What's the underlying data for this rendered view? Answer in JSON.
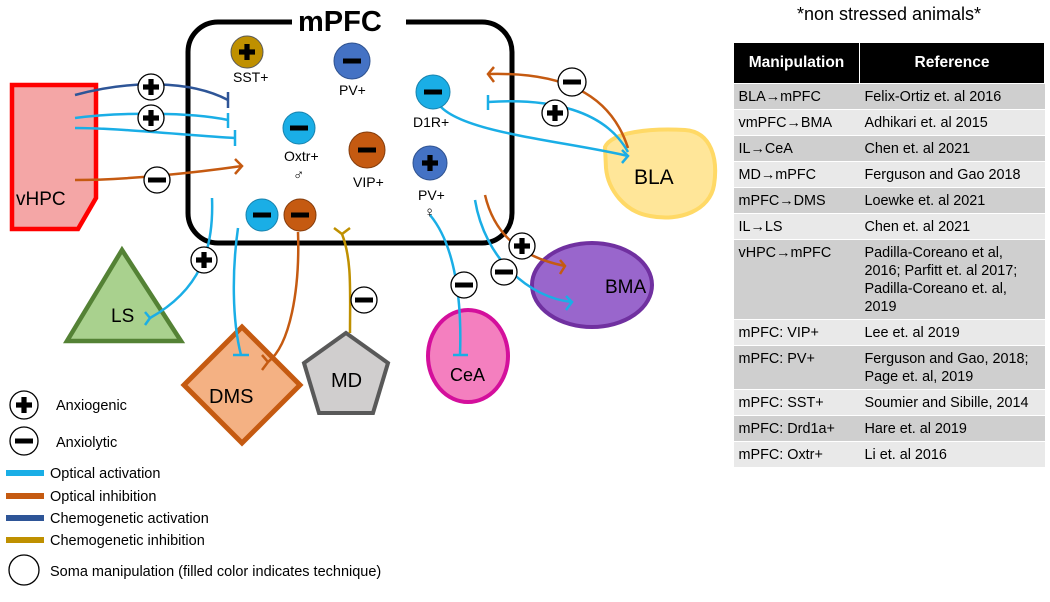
{
  "diagram": {
    "mpfc_title": "mPFC",
    "regions": {
      "vhpc": "vHPC",
      "bla": "BLA",
      "bma": "BMA",
      "ls": "LS",
      "dms": "DMS",
      "md": "MD",
      "cea": "CeA"
    },
    "cells": {
      "sst": "SST+",
      "pv_top": "PV+",
      "d1r": "D1R+",
      "oxtr": "Oxtr+",
      "oxtr_sex": "♂",
      "vip": "VIP+",
      "pv_female": "PV+",
      "pv_female_sex": "♀"
    },
    "colors": {
      "optical_activation": "#1aaee6",
      "optical_inhibition": "#c55a11",
      "chemogenetic_activation": "#2e5597",
      "chemogenetic_inhibition": "#bf9000",
      "sst_fill": "#bf9000",
      "pv_fill": "#4472c4",
      "vip_fill": "#c55a11",
      "d1r_oxtr_fill": "#1aaee6",
      "vhpc_fill": "#f4a6a6",
      "vhpc_border": "#ff0000",
      "bla_fill": "#ffe699",
      "bla_border": "#ffd966",
      "bma_fill": "#9966cc",
      "bma_border": "#7030a0",
      "ls_fill": "#a9d18e",
      "ls_border": "#548235",
      "dms_fill": "#f4b183",
      "dms_border": "#c55a11",
      "md_fill": "#d0cece",
      "md_border": "#595959",
      "cea_fill": "#f47fbf",
      "cea_border": "#d40f9c"
    },
    "legend": {
      "anxiogenic": "Anxiogenic",
      "anxiolytic": "Anxiolytic",
      "optical_activation": "Optical activation",
      "optical_inhibition": "Optical inhibition",
      "chemogenetic_activation": "Chemogenetic activation",
      "chemogenetic_inhibition": "Chemogenetic inhibition",
      "soma": "Soma manipulation (filled color indicates technique)"
    }
  },
  "table": {
    "note": "*non stressed animals*",
    "headers": [
      "Manipulation",
      "Reference"
    ],
    "rows": [
      {
        "manipulation": "BLA→mPFC",
        "reference": "Felix-Ortiz et. al 2016"
      },
      {
        "manipulation": "vmPFC→BMA",
        "reference": "Adhikari et. al 2015"
      },
      {
        "manipulation": "IL→CeA",
        "reference": "Chen et. al 2021"
      },
      {
        "manipulation": "MD→mPFC",
        "reference": "Ferguson and Gao 2018"
      },
      {
        "manipulation": "mPFC→DMS",
        "reference": "Loewke et. al 2021"
      },
      {
        "manipulation": "IL→LS",
        "reference": "Chen et. al 2021"
      },
      {
        "manipulation": "vHPC→mPFC",
        "reference": "Padilla-Coreano et al, 2016; Parfitt et. al 2017; Padilla-Coreano et. al, 2019"
      },
      {
        "manipulation": "mPFC: VIP+",
        "reference": "Lee et. al 2019"
      },
      {
        "manipulation": "mPFC: PV+",
        "reference": "Ferguson and Gao, 2018; Page et. al, 2019"
      },
      {
        "manipulation": "mPFC: SST+",
        "reference": "Soumier and Sibille, 2014"
      },
      {
        "manipulation": "mPFC: Drd1a+",
        "reference": "Hare et. al 2019"
      },
      {
        "manipulation": "mPFC: Oxtr+",
        "reference": "Li et. al 2016"
      }
    ]
  }
}
